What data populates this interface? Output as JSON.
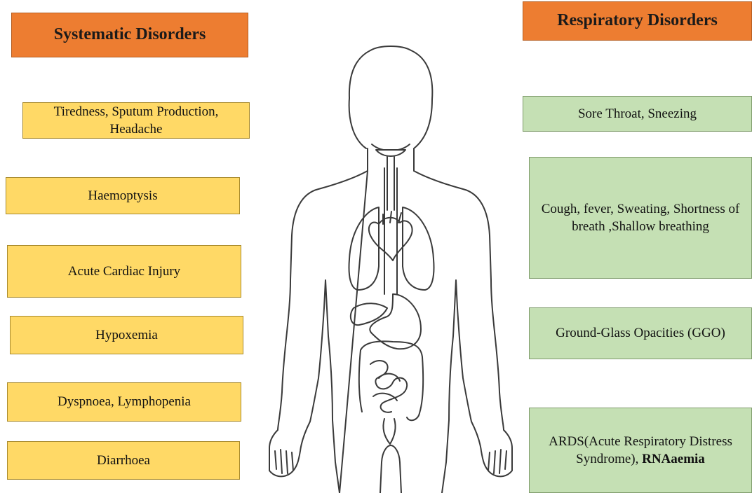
{
  "left": {
    "header": "Systematic Disorders",
    "items": [
      "Tiredness, Sputum Production, Headache",
      "Haemoptysis",
      "Acute Cardiac Injury",
      "Hypoxemia",
      "Dyspnoea, Lymphopenia",
      "Diarrhoea"
    ]
  },
  "right": {
    "header": "Respiratory Disorders",
    "items": [
      "Sore Throat, Sneezing",
      "Cough, fever, Sweating, Shortness of breath ,Shallow breathing",
      "Ground-Glass Opacities (GGO)"
    ],
    "last_item_prefix": "ARDS(Acute Respiratory Distress Syndrome), ",
    "last_item_bold": "RNAaemia"
  },
  "colors": {
    "header_fill": "#ed7d31",
    "systematic_fill": "#ffd966",
    "respiratory_fill": "#c5e0b4"
  }
}
